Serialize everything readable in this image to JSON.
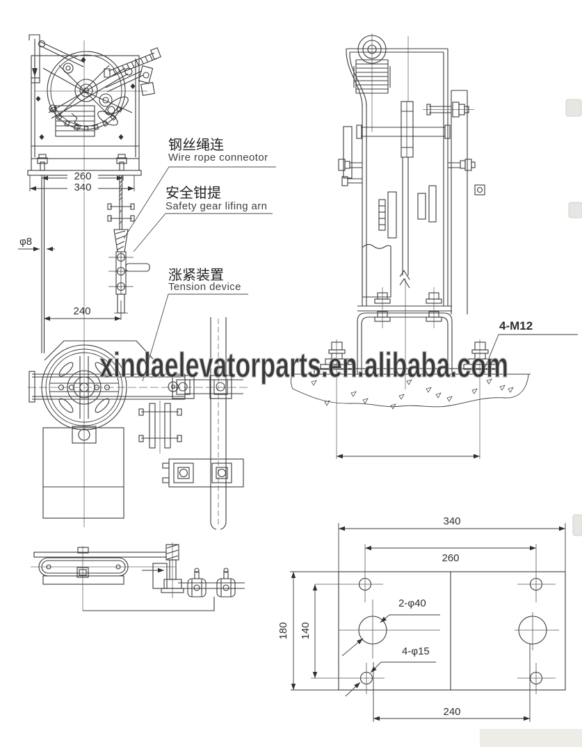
{
  "callouts": {
    "wire_rope": {
      "cn": "钢丝绳连",
      "en": "Wire rope conneotor"
    },
    "safety_gear": {
      "cn": "安全钳提",
      "en": "Safety gear lifing arn"
    },
    "tension_device": {
      "cn": "涨紧装置",
      "en": "Tension device"
    }
  },
  "front_dims": {
    "width_inner": "260",
    "width_outer": "340",
    "rope_dia": "φ8",
    "rope_span": "240"
  },
  "foundation": {
    "anchor_label": "4-M12"
  },
  "plate_dims": {
    "width_outer": "340",
    "hole_span_h": "260",
    "height": "180",
    "hole_span_v": "140",
    "hole_span_bottom": "240",
    "holes_large": "2-φ40",
    "holes_small": "4-φ15"
  },
  "watermark": {
    "text": "xindaelevatorparts.en.alibaba.com"
  },
  "colors": {
    "line": "#383838",
    "center_line": "#6a6a6a",
    "watermark": "#b0b0b0"
  }
}
